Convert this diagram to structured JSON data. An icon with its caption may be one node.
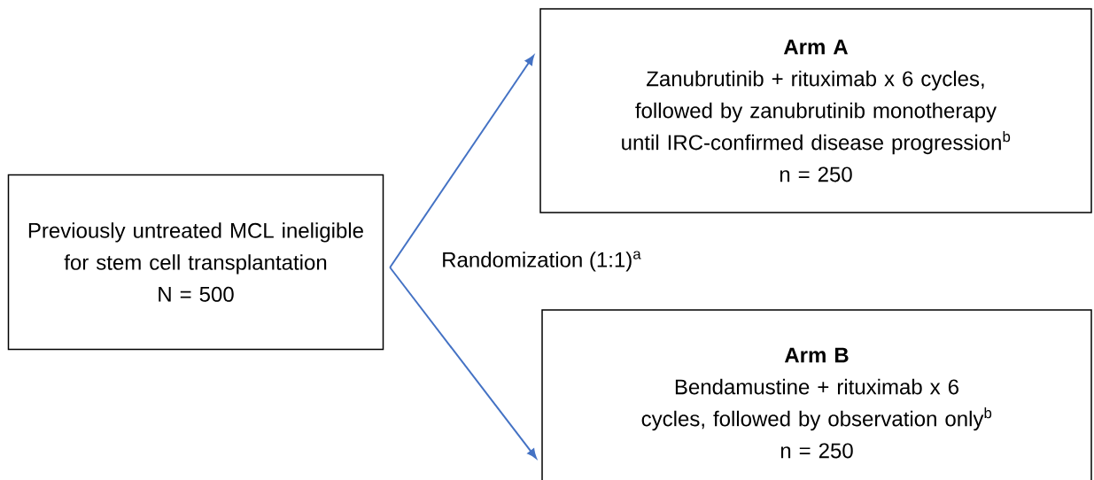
{
  "diagram": {
    "nodes": [
      {
        "text": [
          "Previously untreated MCL ineligible for stem cell transplantation",
          "N = 500"
        ]
      },
      {
        "text": [
          "Arm A",
          "Zanubrutinib + rituximab x 6 cycles, followed by zanubrutinib monotherapy until IRC-confirmed disease progression$^{b}$",
          "n = 250"
        ]
      },
      {
        "text": [
          "Arm B",
          "Bendamustine + rituximab x 6 cycles, followed by observation only$^{b}$",
          "n = 250"
        ]
      }
    ],
    "edges": [
      {
        "from": 0,
        "to": 1,
        "arrow": "to"
      },
      {
        "from": 0,
        "to": 2,
        "arrow": "to"
      }
    ],
    "labels": [
      "Randomization (1:1)$^{a}$"
    ]
  }
}
